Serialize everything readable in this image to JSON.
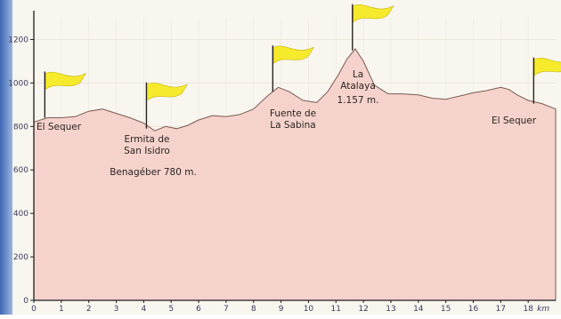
{
  "chart_data": {
    "type": "area",
    "title": "",
    "xlabel": "",
    "ylabel": "",
    "xlim": [
      0,
      19
    ],
    "ylim": [
      0,
      1300
    ],
    "x_unit": "km",
    "x_ticks": [
      0,
      1,
      2,
      3,
      4,
      5,
      6,
      7,
      8,
      9,
      10,
      11,
      12,
      13,
      14,
      15,
      16,
      17,
      18
    ],
    "y_ticks": [
      0,
      200,
      400,
      600,
      800,
      1000,
      1200
    ],
    "grid": true,
    "series": [
      {
        "name": "",
        "x": [
          0,
          0.5,
          1,
          1.5,
          2,
          2.5,
          3,
          3.5,
          4,
          4.4,
          4.8,
          5.2,
          5.6,
          6,
          6.5,
          7,
          7.5,
          8,
          8.5,
          8.9,
          9.3,
          9.8,
          10.3,
          10.7,
          11.1,
          11.4,
          11.7,
          12,
          12.4,
          12.9,
          13.4,
          14,
          14.5,
          15,
          15.5,
          16,
          16.5,
          17,
          17.3,
          17.6,
          18,
          18.5,
          19
        ],
        "y": [
          820,
          840,
          840,
          845,
          870,
          880,
          860,
          840,
          815,
          780,
          800,
          790,
          805,
          830,
          850,
          845,
          855,
          880,
          940,
          980,
          960,
          920,
          910,
          960,
          1040,
          1110,
          1157,
          1100,
          990,
          950,
          950,
          945,
          930,
          925,
          940,
          955,
          965,
          980,
          970,
          945,
          920,
          905,
          880
        ]
      }
    ],
    "annotations": [
      {
        "text": "El Sequer",
        "x": 0.5,
        "y": 840
      },
      {
        "text": "Ermita de",
        "x": 4.3,
        "y": 780
      },
      {
        "text": "San Isidro",
        "x": 4.3,
        "y": 780
      },
      {
        "text": "Benagéber 780 m.",
        "x": 4.3,
        "y": 780
      },
      {
        "text": "Fuente de",
        "x": 8.9,
        "y": 980
      },
      {
        "text": "La Sabina",
        "x": 8.9,
        "y": 980
      },
      {
        "text": "La",
        "x": 11.7,
        "y": 1157
      },
      {
        "text": "Atalaya",
        "x": 11.7,
        "y": 1157
      },
      {
        "text": "1.157 m.",
        "x": 11.7,
        "y": 1157
      },
      {
        "text": "El Sequer",
        "x": 18.3,
        "y": 905
      }
    ],
    "flags": [
      {
        "x": 0.4,
        "y": 840
      },
      {
        "x": 4.1,
        "y": 790
      },
      {
        "x": 8.7,
        "y": 960
      },
      {
        "x": 11.6,
        "y": 1150
      },
      {
        "x": 18.2,
        "y": 905
      }
    ],
    "colors": {
      "area_fill": "#f5d3cc",
      "area_stroke": "#7b5a52",
      "grid": "#ede7dc",
      "background": "#f8f6ef",
      "left_band": "#5d86c9",
      "flag": "#f5ea2c",
      "flag_pole": "#2a2320"
    }
  }
}
